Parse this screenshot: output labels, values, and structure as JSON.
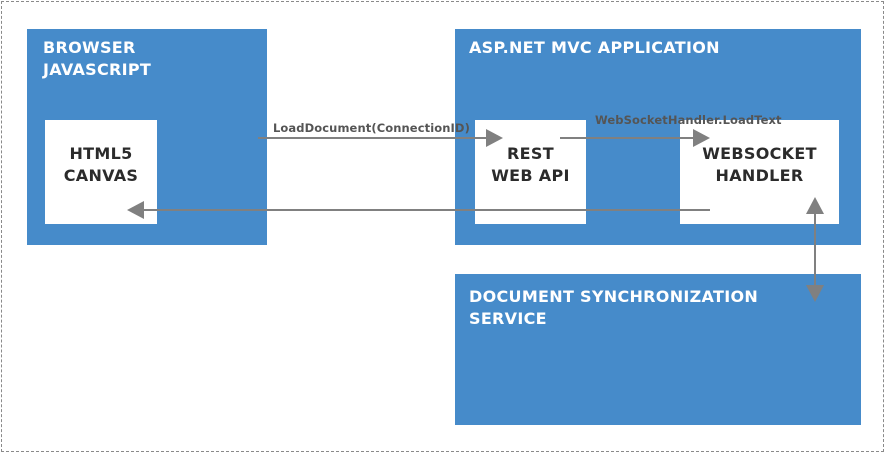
{
  "browser_box": {
    "title": "BROWSER\nJAVASCRIPT",
    "canvas_label": "HTML5\nCANVAS"
  },
  "aspnet_box": {
    "title": "ASP.NET MVC APPLICATION",
    "rest_label": "REST\nWEB API",
    "websocket_label": "WEBSOCKET\nHANDLER"
  },
  "sync_box": {
    "title": "DOCUMENT SYNCHRONIZATION\nSERVICE"
  },
  "arrows": {
    "load_document": "LoadDocument(ConnectionID)",
    "load_text": "WebSocketHandler.LoadText"
  },
  "colors": {
    "box_blue": "#468bca",
    "arrow_gray": "#808080",
    "border_dashed": "#8a8a8a"
  }
}
